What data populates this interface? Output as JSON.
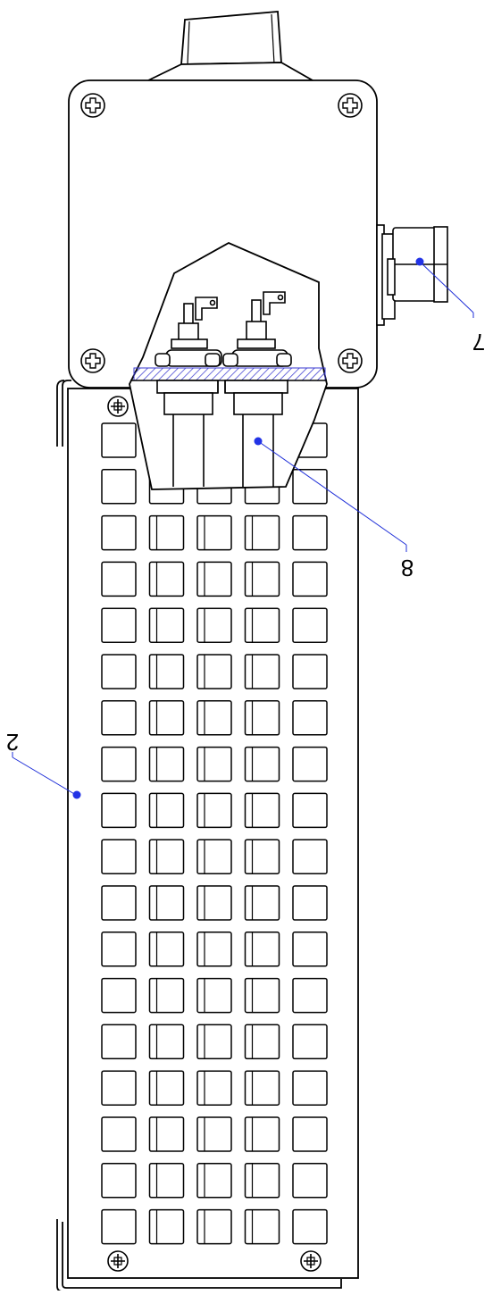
{
  "callouts": [
    {
      "id": "callout-7",
      "label": "7"
    },
    {
      "id": "callout-8",
      "label": "8"
    },
    {
      "id": "callout-2",
      "label": "2"
    }
  ],
  "colors": {
    "line": "#000000",
    "leader": "#1f2fd8",
    "dot": "#2233e6",
    "hatch": "#3a3ad0",
    "background": "#ffffff"
  },
  "grid": {
    "rows": 18,
    "columns": 5
  }
}
